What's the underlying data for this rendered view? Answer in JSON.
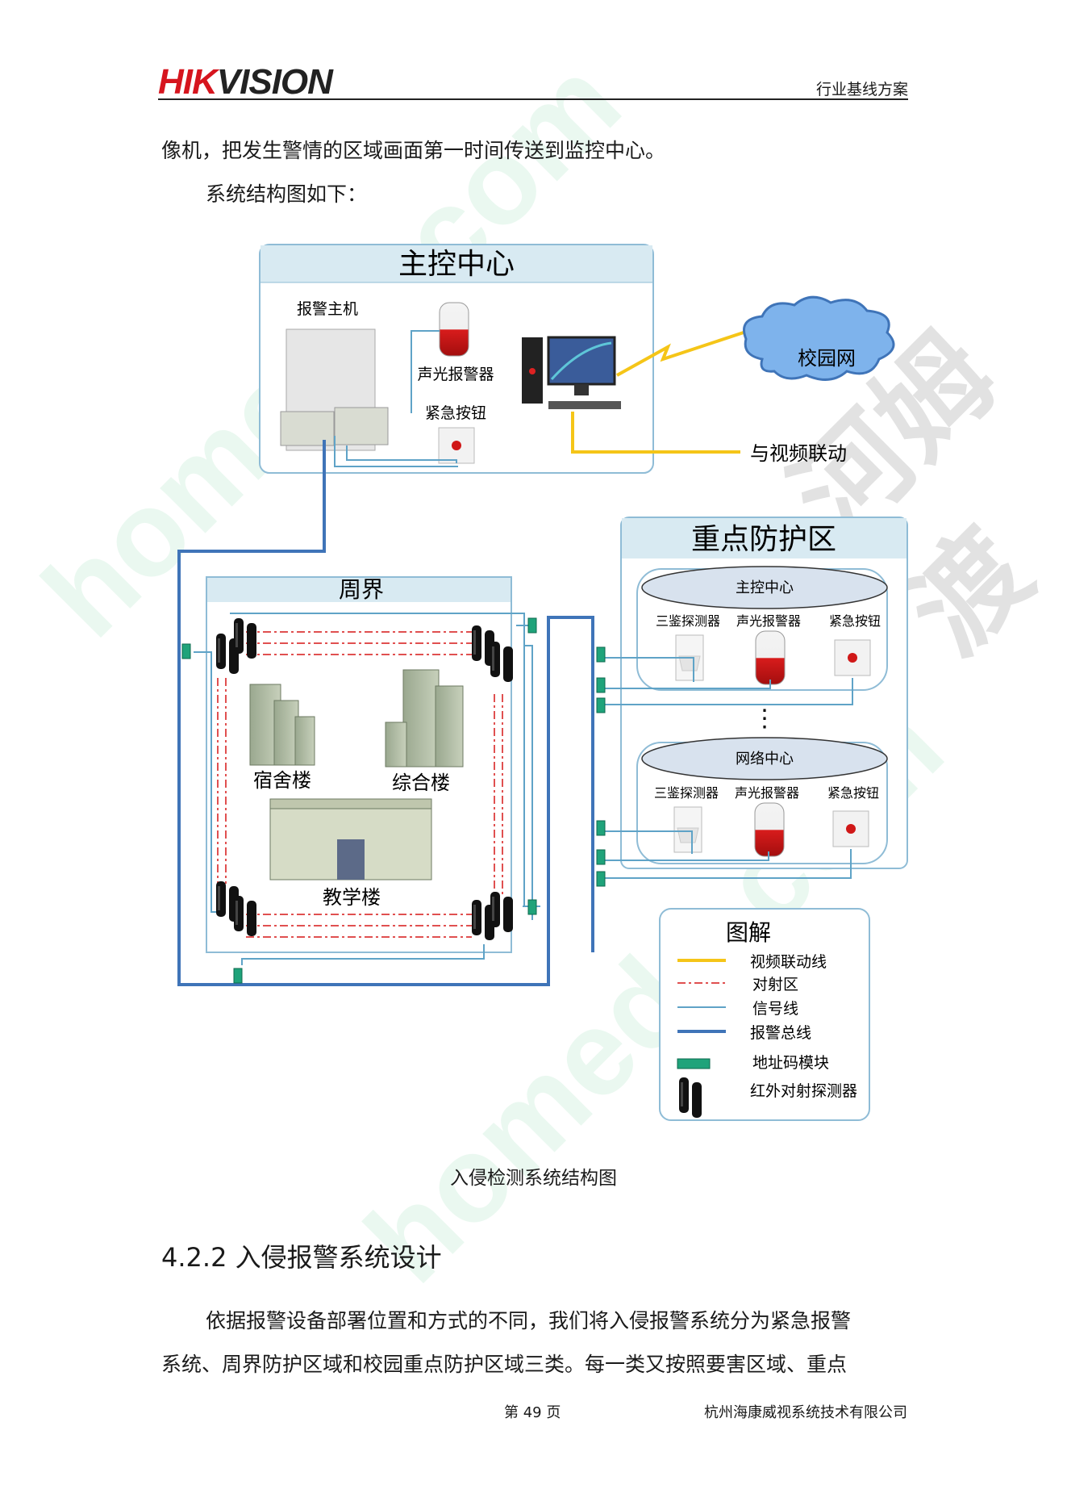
{
  "header": {
    "logo_part1": "HIK",
    "logo_part2": "VISION",
    "right_text": "行业基线方案"
  },
  "intro": {
    "line1": "像机，把发生警情的区域画面第一时间传送到监控中心。",
    "line2": "系统结构图如下："
  },
  "diagram": {
    "main_center": {
      "title": "主控中心",
      "alarm_host": "报警主机",
      "sound_light": "声光报警器",
      "emergency_button": "紧急按钮"
    },
    "campus_network": "校园网",
    "video_link": "与视频联动",
    "key_zone": {
      "title": "重点防护区",
      "sub1_title": "主控中心",
      "sub2_title": "网络中心",
      "triple_detector": "三鉴探测器",
      "sound_light": "声光报警器",
      "emergency_button": "紧急按钮",
      "ellipsis": "⋮"
    },
    "perimeter": {
      "title": "周界",
      "dorm": "宿舍楼",
      "complex": "综合楼",
      "teaching": "教学楼"
    },
    "legend": {
      "title": "图解",
      "items": [
        "视频联动线",
        "对射区",
        "信号线",
        "报警总线",
        "地址码模块",
        "红外对射探测器"
      ]
    },
    "colors": {
      "video_line": "#f5c518",
      "beam": "#e05050",
      "signal_line": "#5fa3c7",
      "bus_line": "#3f74b8",
      "address_module": "#1fa37a",
      "header_fill": "#d8eaf2"
    }
  },
  "caption": "入侵检测系统结构图",
  "section": {
    "heading": "4.2.2 入侵报警系统设计",
    "para_line1": "依据报警设备部署位置和方式的不同，我们将入侵报警系统分为紧急报警",
    "para_line2": "系统、周界防护区域和校园重点防护区域三类。每一类又按照要害区域、重点"
  },
  "footer": {
    "page": "第 49 页",
    "company": "杭州海康威视系统技术有限公司"
  },
  "watermark": {
    "text1": "homedo.com",
    "text2": "河姆渡"
  }
}
